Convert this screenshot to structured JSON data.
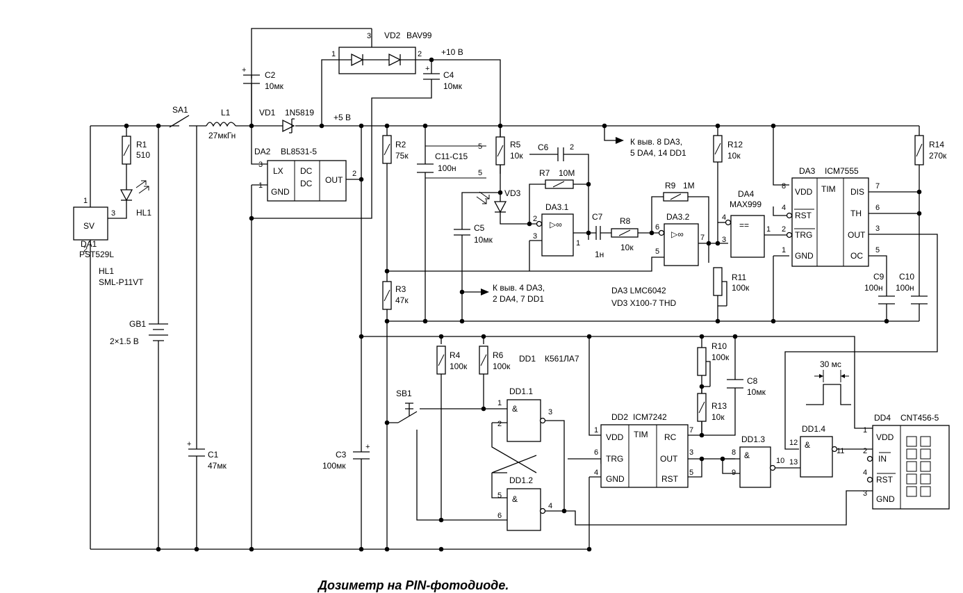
{
  "caption": "Дозиметр на PIN-фотодиоде.",
  "components": {
    "SV": "SV",
    "DA1": "DA1",
    "DA1_type": "PST529L",
    "HL1": "HL1",
    "HL1_type": "SML-P11VT",
    "R1": "R1",
    "R1_val": "510",
    "SA1": "SA1",
    "L1": "L1",
    "L1_val": "27мкГн",
    "VD1": "VD1",
    "VD1_type": "1N5819",
    "VD2": "VD2",
    "VD2_type": "BAV99",
    "C2": "C2",
    "C2_val": "10мк",
    "C4": "C4",
    "C4_val": "10мк",
    "plus10": "+10 В",
    "plus5": "+5 В",
    "DA2": "DA2",
    "DA2_type": "BL8531-5",
    "GB1": "GB1",
    "GB1_val": "2×1.5 В",
    "C1": "C1",
    "C1_val": "47мк",
    "C3": "C3",
    "C3_val": "100мк",
    "R2": "R2",
    "R2_val": "75к",
    "R3": "R3",
    "R3_val": "47к",
    "C11": "C11-C15",
    "C11_val": "100н",
    "R5": "R5",
    "R5_val": "10к",
    "C5": "C5",
    "C5_val": "10мк",
    "VD3": "VD3",
    "C6": "C6",
    "R7": "R7",
    "R7_val": "10M",
    "DA31": "DA3.1",
    "DA32": "DA3.2",
    "C7": "C7",
    "C7_val": "1н",
    "R8": "R8",
    "R8_val": "10к",
    "R9": "R9",
    "R9_val": "1M",
    "DA4": "DA4",
    "DA4_type": "MAX999",
    "R11": "R11",
    "R11_val": "100к",
    "R12": "R12",
    "R12_val": "10к",
    "DA3": "DA3",
    "DA3_type": "ICM7555",
    "R14": "R14",
    "R14_val": "270к",
    "C9": "C9",
    "C9_val": "100н",
    "C10": "C10",
    "C10_val": "100н",
    "R4": "R4",
    "R4_val": "100к",
    "R6": "R6",
    "R6_val": "100к",
    "DD1": "DD1",
    "DD1_type": "К561ЛА7",
    "SB1": "SB1",
    "DD11": "DD1.1",
    "DD12": "DD1.2",
    "DD13": "DD1.3",
    "DD14": "DD1.4",
    "DD2": "DD2",
    "DD2_type": "ICM7242",
    "R10": "R10",
    "R10_val": "100к",
    "R13": "R13",
    "R13_val": "10к",
    "C8": "C8",
    "C8_val": "10мк",
    "DD4": "DD4",
    "DD4_type": "CNT456-5",
    "pulse": "30 мс"
  },
  "notes": {
    "top_line1": "К выв. 8 DA3,",
    "top_line2": "5 DA4, 14 DD1",
    "mid_line1": "К выв. 4 DA3,",
    "mid_line2": "2 DA4, 7 DD1",
    "da3_line": "DA3  LMC6042",
    "vd3_line": "VD3  X100-7 THD"
  },
  "pins": {
    "DA2": [
      "LX",
      "GND",
      "DC",
      "DC",
      "OUT"
    ],
    "DA3": [
      "VDD",
      "RST",
      "TRG",
      "GND",
      "TIM",
      "DIS",
      "TH",
      "OUT",
      "OC"
    ],
    "DD2": [
      "VDD",
      "TRG",
      "GND",
      "TIM",
      "RC",
      "OUT",
      "RST"
    ],
    "DD4": [
      "VDD",
      "IN",
      "RST",
      "GND"
    ],
    "amp": "▷∞",
    "cmp": "==",
    "and": "&"
  }
}
